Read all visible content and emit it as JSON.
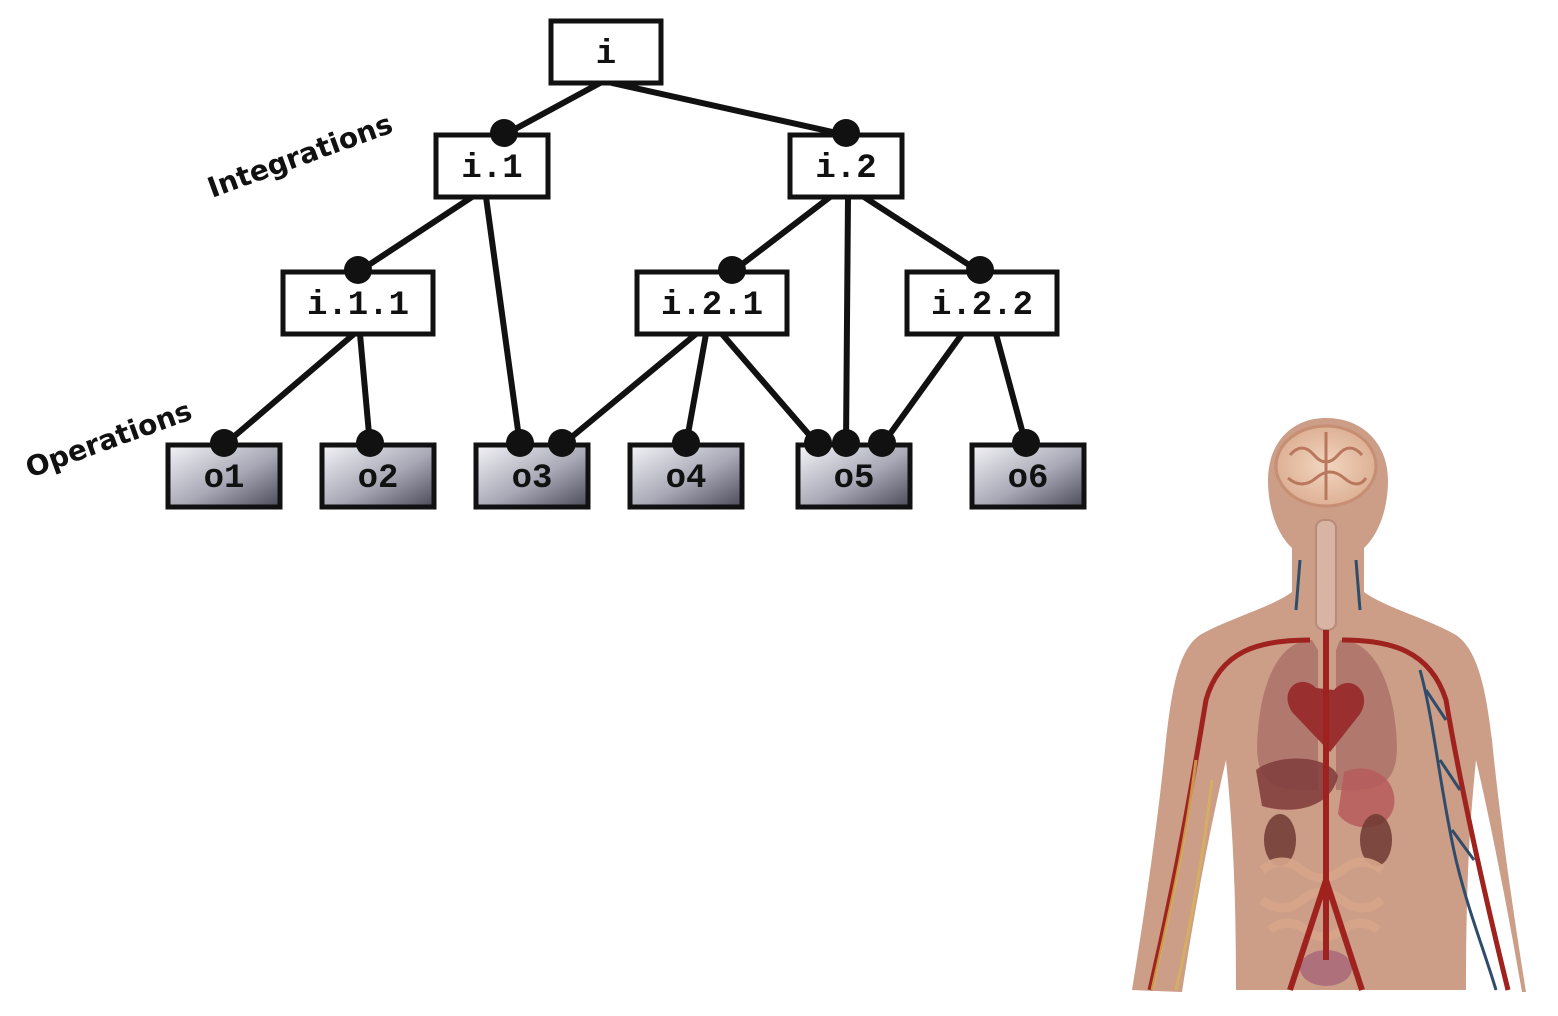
{
  "diagram": {
    "labels": {
      "integrations": "Integrations",
      "operations": "Operations"
    },
    "integration_nodes": [
      {
        "id": "i",
        "label": "i"
      },
      {
        "id": "i1",
        "label": "i.1"
      },
      {
        "id": "i2",
        "label": "i.2"
      },
      {
        "id": "i11",
        "label": "i.1.1"
      },
      {
        "id": "i21",
        "label": "i.2.1"
      },
      {
        "id": "i22",
        "label": "i.2.2"
      }
    ],
    "operation_nodes": [
      {
        "id": "o1",
        "label": "o1"
      },
      {
        "id": "o2",
        "label": "o2"
      },
      {
        "id": "o3",
        "label": "o3"
      },
      {
        "id": "o4",
        "label": "o4"
      },
      {
        "id": "o5",
        "label": "o5"
      },
      {
        "id": "o6",
        "label": "o6"
      }
    ],
    "edges": [
      [
        "i",
        "i1"
      ],
      [
        "i",
        "i2"
      ],
      [
        "i1",
        "i11"
      ],
      [
        "i1",
        "o3"
      ],
      [
        "i2",
        "i21"
      ],
      [
        "i2",
        "o5"
      ],
      [
        "i2",
        "i22"
      ],
      [
        "i11",
        "o1"
      ],
      [
        "i11",
        "o2"
      ],
      [
        "i21",
        "o3"
      ],
      [
        "i21",
        "o4"
      ],
      [
        "i21",
        "o5"
      ],
      [
        "i22",
        "o5"
      ],
      [
        "i22",
        "o6"
      ]
    ],
    "colors": {
      "line": "#111111",
      "box_border": "#111111",
      "integration_fill": "#ffffff",
      "operation_fill_light": "#f4f4f8",
      "operation_fill_dark": "#4a4a58"
    }
  },
  "illustration": {
    "subject": "human-anatomy-figure",
    "colors": {
      "skin": "#c8957d",
      "artery": "#a0221e",
      "vein": "#2f4d6a",
      "organ": "#8e4a4a",
      "brain": "#e8c4a8"
    }
  }
}
